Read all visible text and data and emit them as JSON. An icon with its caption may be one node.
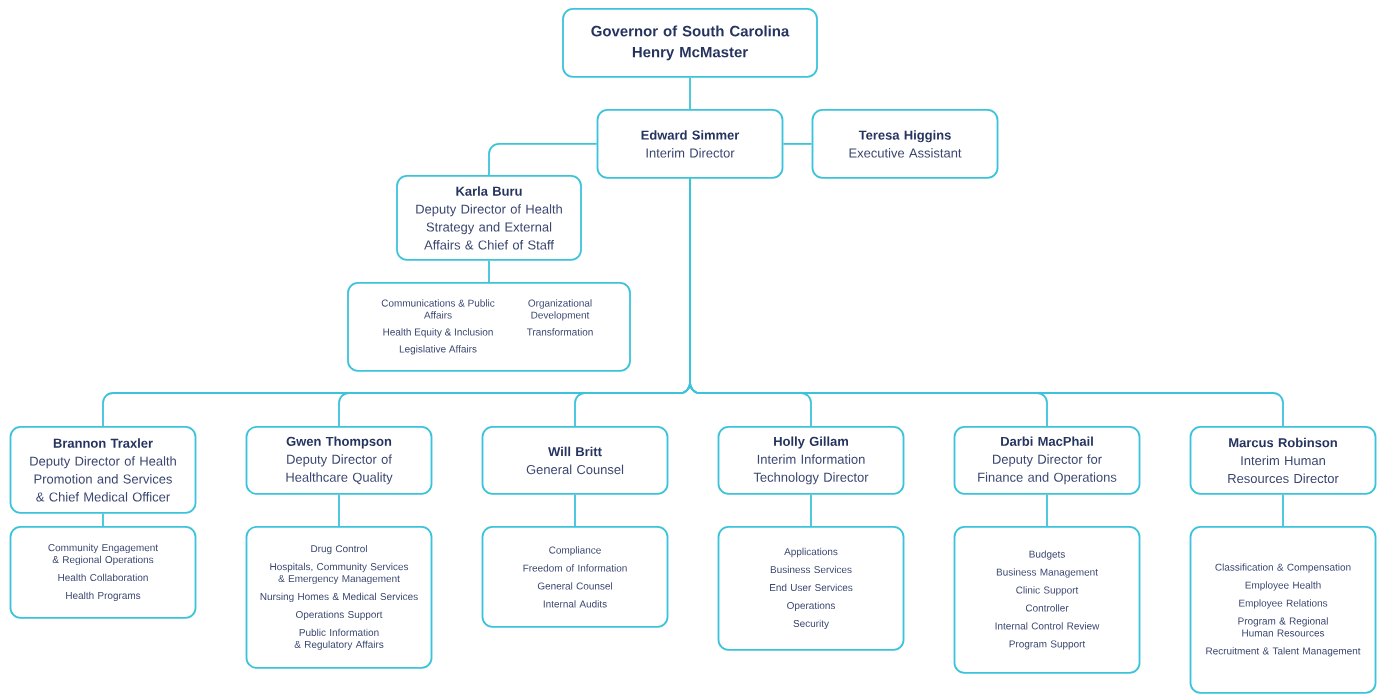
{
  "diagram": {
    "nodes": [
      {
        "text": [
          "Governor of South Carolina",
          "Henry McMaster"
        ]
      },
      {
        "text": [
          "Edward Simmer",
          "Interim Director"
        ]
      },
      {
        "text": [
          "Teresa Higgins",
          "Executive Assistant"
        ]
      },
      {
        "text": [
          "Karla Buru",
          "Deputy Director of Health Strategy and External Affairs & Chief of Staff"
        ]
      },
      {
        "text": [
          "Communications & Public Affairs",
          "Organizational Development",
          "Health Equity & Inclusion",
          "Transformation",
          "Legislative Affairs"
        ]
      },
      {
        "text": [
          "Brannon Traxler",
          "Deputy Director of Health Promotion and Services & Chief Medical Officer"
        ]
      },
      {
        "text": [
          "Community Engagement & Regional Operations",
          "Health Collaboration",
          "Health Programs"
        ]
      },
      {
        "text": [
          "Gwen Thompson",
          "Deputy Director of Healthcare Quality"
        ]
      },
      {
        "text": [
          "Drug Control",
          "Hospitals, Community Services & Emergency Management",
          "Nursing Homes & Medical Services",
          "Operations Support",
          "Public Information & Regulatory Affairs"
        ]
      },
      {
        "text": [
          "Will Britt",
          "General Counsel"
        ]
      },
      {
        "text": [
          "Compliance",
          "Freedom of Information",
          "General Counsel",
          "Internal Audits"
        ]
      },
      {
        "text": [
          "Holly Gillam",
          "Interim Information Technology Director"
        ]
      },
      {
        "text": [
          "Applications",
          "Business Services",
          "End User Services",
          "Operations",
          "Security"
        ]
      },
      {
        "text": [
          "Darbi MacPhail",
          "Deputy Director for Finance and Operations"
        ]
      },
      {
        "text": [
          "Budgets",
          "Business Management",
          "Clinic Support",
          "Controller",
          "Internal Control Review",
          "Program Support"
        ]
      },
      {
        "text": [
          "Marcus Robinson",
          "Interim Human Resources Director"
        ]
      },
      {
        "text": [
          "Classification & Compensation",
          "Employee Health",
          "Employee Relations",
          "Program & Regional Human Resources",
          "Recruitment & Talent Management"
        ]
      }
    ],
    "edges": [
      {
        "from": 0,
        "to": 1,
        "arrow": "none"
      },
      {
        "from": 1,
        "to": 2,
        "arrow": "none"
      },
      {
        "from": 1,
        "to": 3,
        "arrow": "none"
      },
      {
        "from": 3,
        "to": 4,
        "arrow": "none"
      },
      {
        "from": 1,
        "to": 5,
        "arrow": "none"
      },
      {
        "from": 1,
        "to": 7,
        "arrow": "none"
      },
      {
        "from": 1,
        "to": 9,
        "arrow": "none"
      },
      {
        "from": 1,
        "to": 11,
        "arrow": "none"
      },
      {
        "from": 1,
        "to": 13,
        "arrow": "none"
      },
      {
        "from": 1,
        "to": 15,
        "arrow": "none"
      },
      {
        "from": 5,
        "to": 6,
        "arrow": "none"
      },
      {
        "from": 7,
        "to": 8,
        "arrow": "none"
      },
      {
        "from": 9,
        "to": 10,
        "arrow": "none"
      },
      {
        "from": 11,
        "to": 12,
        "arrow": "none"
      },
      {
        "from": 13,
        "to": 14,
        "arrow": "none"
      },
      {
        "from": 15,
        "to": 16,
        "arrow": "none"
      }
    ]
  }
}
